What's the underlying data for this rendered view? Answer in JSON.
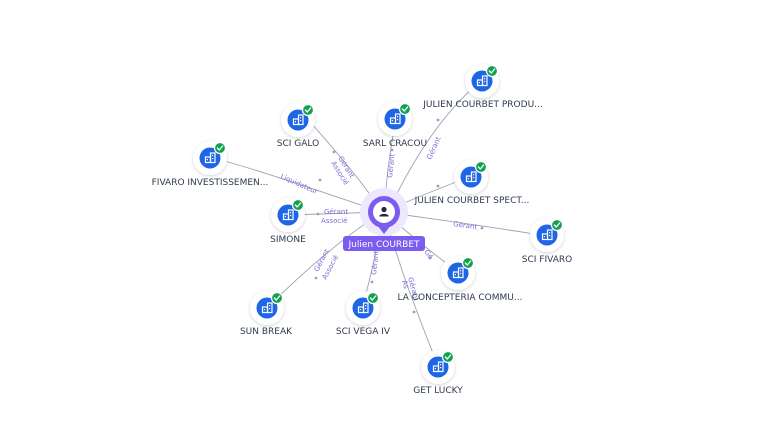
{
  "center": {
    "label": "Julien COURBET"
  },
  "nodes": [
    {
      "id": "sci-galo",
      "label": "SCI GALO"
    },
    {
      "id": "sarl-cracou",
      "label": "SARL CRACOU"
    },
    {
      "id": "julien-courbet-produ",
      "label": "JULIEN COURBET PRODU..."
    },
    {
      "id": "fivaro-investissemen",
      "label": "FIVARO INVESTISSEMEN..."
    },
    {
      "id": "julien-courbet-spect",
      "label": "JULIEN COURBET SPECT..."
    },
    {
      "id": "simone",
      "label": "SIMONE"
    },
    {
      "id": "sci-fivaro",
      "label": "SCI FIVARO"
    },
    {
      "id": "la-concepteria",
      "label": "LA CONCEPTERIA COMMU..."
    },
    {
      "id": "sun-break",
      "label": "SUN BREAK"
    },
    {
      "id": "sci-vega-iv",
      "label": "SCI VEGA IV"
    },
    {
      "id": "get-lucky",
      "label": "GET LUCKY"
    }
  ],
  "edge_labels": [
    {
      "id": "galo-gerant",
      "text": "Gérant"
    },
    {
      "id": "galo-associe",
      "text": "Associé"
    },
    {
      "id": "cracou-gerant",
      "text": "Gérant"
    },
    {
      "id": "produ-gerant",
      "text": "Gérant"
    },
    {
      "id": "fivaro-liquidateur",
      "text": "Liquidateur"
    },
    {
      "id": "simone-gerant",
      "text": "Gérant"
    },
    {
      "id": "simone-associe",
      "text": "Associé"
    },
    {
      "id": "scifivaro-gerant",
      "text": "Gérant"
    },
    {
      "id": "sunbreak-gerant",
      "text": "Gérant"
    },
    {
      "id": "sunbreak-associe",
      "text": "Associé"
    },
    {
      "id": "vega-gerant",
      "text": "Gérant"
    },
    {
      "id": "lucky-gerant",
      "text": "Gérant"
    },
    {
      "id": "lucky-as",
      "text": "As"
    },
    {
      "id": "concepteria-ge",
      "text": "Gé"
    }
  ],
  "colors": {
    "edge": "#9aa3b5",
    "edge_label": "#7b6fd6",
    "center": "#7c5cf0",
    "node_icon": "#1e66e6",
    "check": "#12a150"
  },
  "icons": {
    "center": "person-icon",
    "company": "building-icon",
    "verified": "check-icon"
  }
}
